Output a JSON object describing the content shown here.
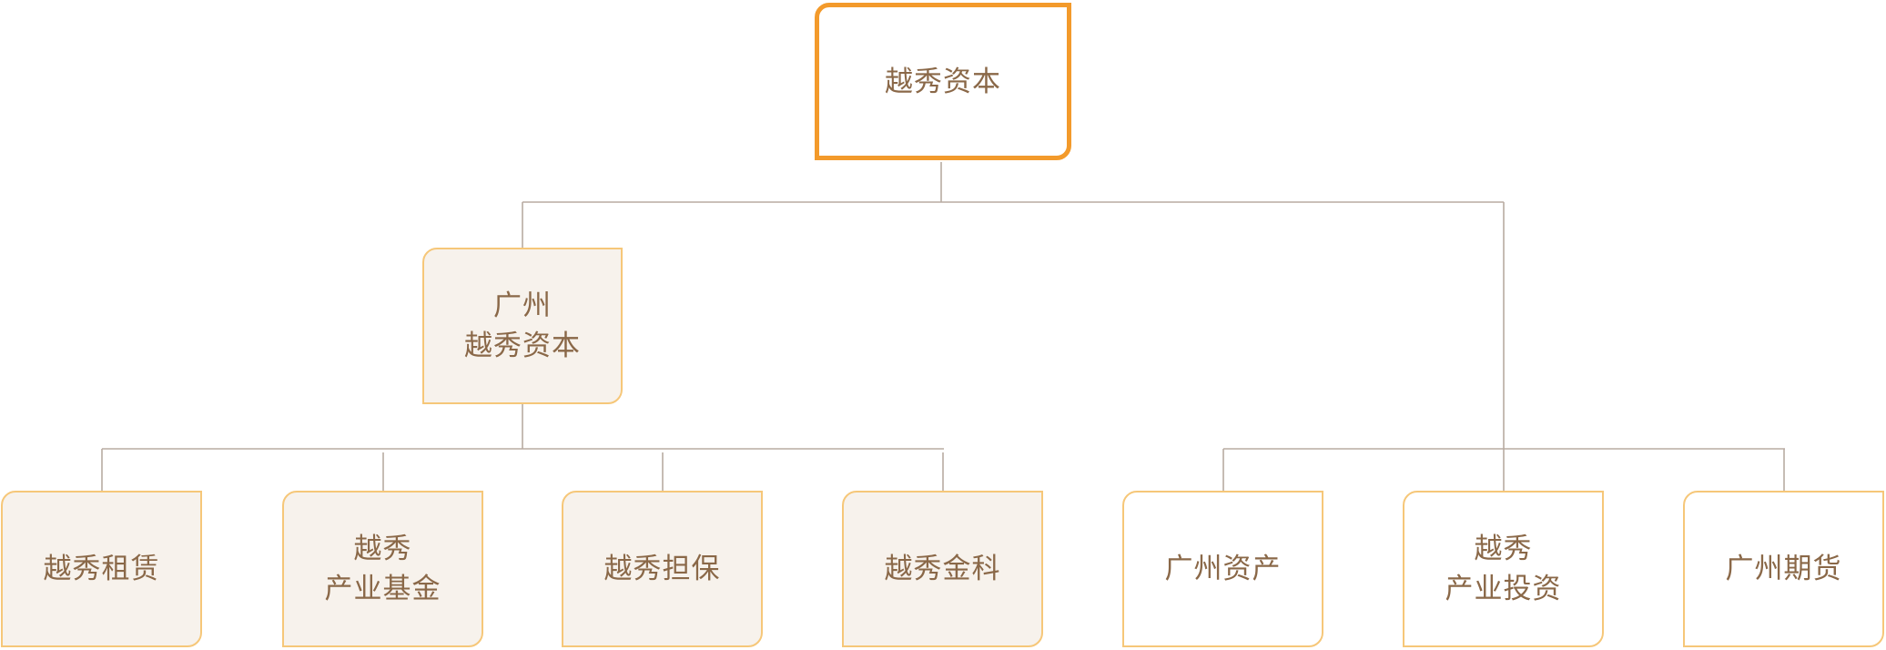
{
  "root": {
    "lines": [
      "越秀资本"
    ]
  },
  "mid": {
    "lines": [
      "广州",
      "越秀资本"
    ]
  },
  "leaves": [
    {
      "lines": [
        "越秀租赁"
      ]
    },
    {
      "lines": [
        "越秀",
        "产业基金"
      ]
    },
    {
      "lines": [
        "越秀担保"
      ]
    },
    {
      "lines": [
        "越秀金科"
      ]
    },
    {
      "lines": [
        "广州资产"
      ]
    },
    {
      "lines": [
        "越秀",
        "产业投资"
      ]
    },
    {
      "lines": [
        "广州期货"
      ]
    }
  ],
  "colors": {
    "root_border": "#f39a2b",
    "box_border": "#f6c779",
    "box_fill": "#f7f2ec",
    "text": "#8a6848",
    "connector": "#b8aba2"
  }
}
